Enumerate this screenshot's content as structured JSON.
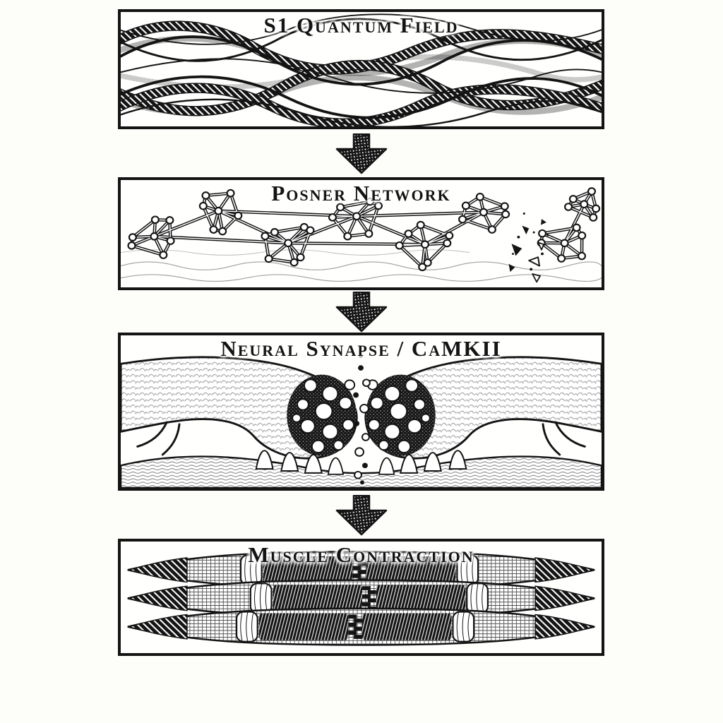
{
  "page": {
    "style": "black-and-white engraving flow diagram",
    "background_color": "#fdfdfa",
    "ink_color": "#141414",
    "panel_border_color": "#141414"
  },
  "flow_diagram": {
    "orientation": "vertical",
    "connector_icon": "down-arrow-icon",
    "steps": [
      {
        "order": 1,
        "title": "S1 Quantum Field",
        "illustration": "interfering-quantum-wave-field"
      },
      {
        "order": 2,
        "title": "Posner Network",
        "illustration": "molecular-cluster-network-breaking-apart"
      },
      {
        "order": 3,
        "title": "Neural Synapse / CaMKII",
        "illustration": "axon-terminals-with-synaptic-vesicles-and-released-molecules"
      },
      {
        "order": 4,
        "title": "Muscle Contraction",
        "illustration": "striated-muscle-fibers-sarcomeres"
      }
    ]
  },
  "arrows": [
    {
      "icon": "down-arrow-icon",
      "direction": "down"
    },
    {
      "icon": "down-arrow-icon",
      "direction": "down"
    },
    {
      "icon": "down-arrow-icon",
      "direction": "down"
    }
  ]
}
